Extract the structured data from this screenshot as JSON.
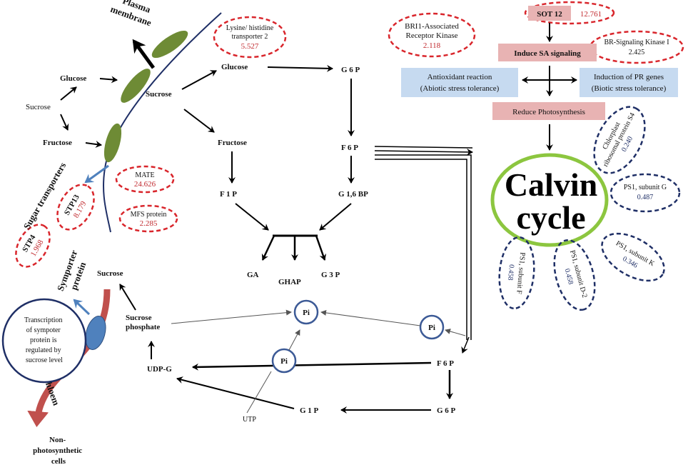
{
  "membrane": {
    "plasma_membrane": [
      "Plasma",
      "membrane"
    ],
    "sugar_transporters": "Sugar transporters",
    "symporter_protein": [
      "Symporter",
      "protein"
    ],
    "phloem": "Phloem",
    "non_photosynthetic": [
      "Non-",
      "photosynthetic",
      "cells"
    ],
    "sympoter_note": [
      "Transcription",
      "of sympoter",
      "protein is",
      "regulated by",
      "sucrose level"
    ]
  },
  "left_sugars": {
    "sucrose": "Sucrose",
    "glucose": "Glucose",
    "fructose": "Fructose"
  },
  "genes_red": {
    "lysine": {
      "name": [
        "Lysine/ histidine",
        "transporter 2"
      ],
      "value": "5.527"
    },
    "mate": {
      "name": "MATE",
      "value": "24.626"
    },
    "mfs": {
      "name": "MFS protein",
      "value": "2.285"
    },
    "stp13": {
      "name": "STP13",
      "value": "8.179"
    },
    "stp4": {
      "name": "STP4",
      "value": "1.968"
    },
    "bri1": {
      "name": [
        "BRI1-Associated",
        "Receptor Kinase"
      ],
      "value": "2.118"
    },
    "sot12": {
      "name": "SOT 12",
      "value": "12.761"
    },
    "brsk1": {
      "name": "BR-Signaling Kinase I",
      "value": "2.425"
    }
  },
  "genes_blue": {
    "chloroplast_s4": {
      "name": [
        "Chlorplast",
        "ribosomal protein S4"
      ],
      "value": "0.240"
    },
    "ps1_g": {
      "name": "PS1, subunit G",
      "value": "0.487"
    },
    "ps1_k": {
      "name": "PS1, subunit K",
      "value": "0.346"
    },
    "ps1_d2": {
      "name": "PS1, subunit D-2",
      "value": "0.458"
    },
    "ps1_f": {
      "name": "PS1, subunit F",
      "value": "0.458"
    }
  },
  "signaling": {
    "induce_sa": "Induce SA signaling",
    "antioxidant": [
      "Antioxidant reaction",
      "(Abiotic stress tolerance)"
    ],
    "pr_genes": [
      "Induction of PR genes",
      "(Biotic stress tolerance)"
    ],
    "reduce_photo": "Reduce Photosynthesis",
    "calvin": [
      "Calvin",
      "cycle"
    ]
  },
  "pathway": {
    "sucrose": "Sucrose",
    "glucose": "Glucose",
    "fructose": "Fructose",
    "g6p_top": "G 6 P",
    "f6p_top": "F 6 P",
    "f1p": "F 1 P",
    "g16bp": "G 1,6 BP",
    "ga": "GA",
    "ghap": "GHAP",
    "g3p": "G 3 P",
    "pi": "Pi",
    "sucrose_low": "Sucrose",
    "sucrose_phosphate": [
      "Sucrose",
      "phosphate"
    ],
    "udpg": "UDP-G",
    "utp": "UTP",
    "g1p": "G 1 P",
    "f6p_low": "F 6 P",
    "g6p_low": "G 6 P"
  },
  "colors": {
    "red_dash": "#d9262c",
    "blue_dash": "#1f2f66",
    "leaf_green": "#6e8b35",
    "calvin_ring": "#8cc63f",
    "pink_box": "#e8b3b3",
    "blue_box": "#c6daf0",
    "phloem_red": "#c0504d",
    "symporter_blue": "#4f81bd"
  }
}
